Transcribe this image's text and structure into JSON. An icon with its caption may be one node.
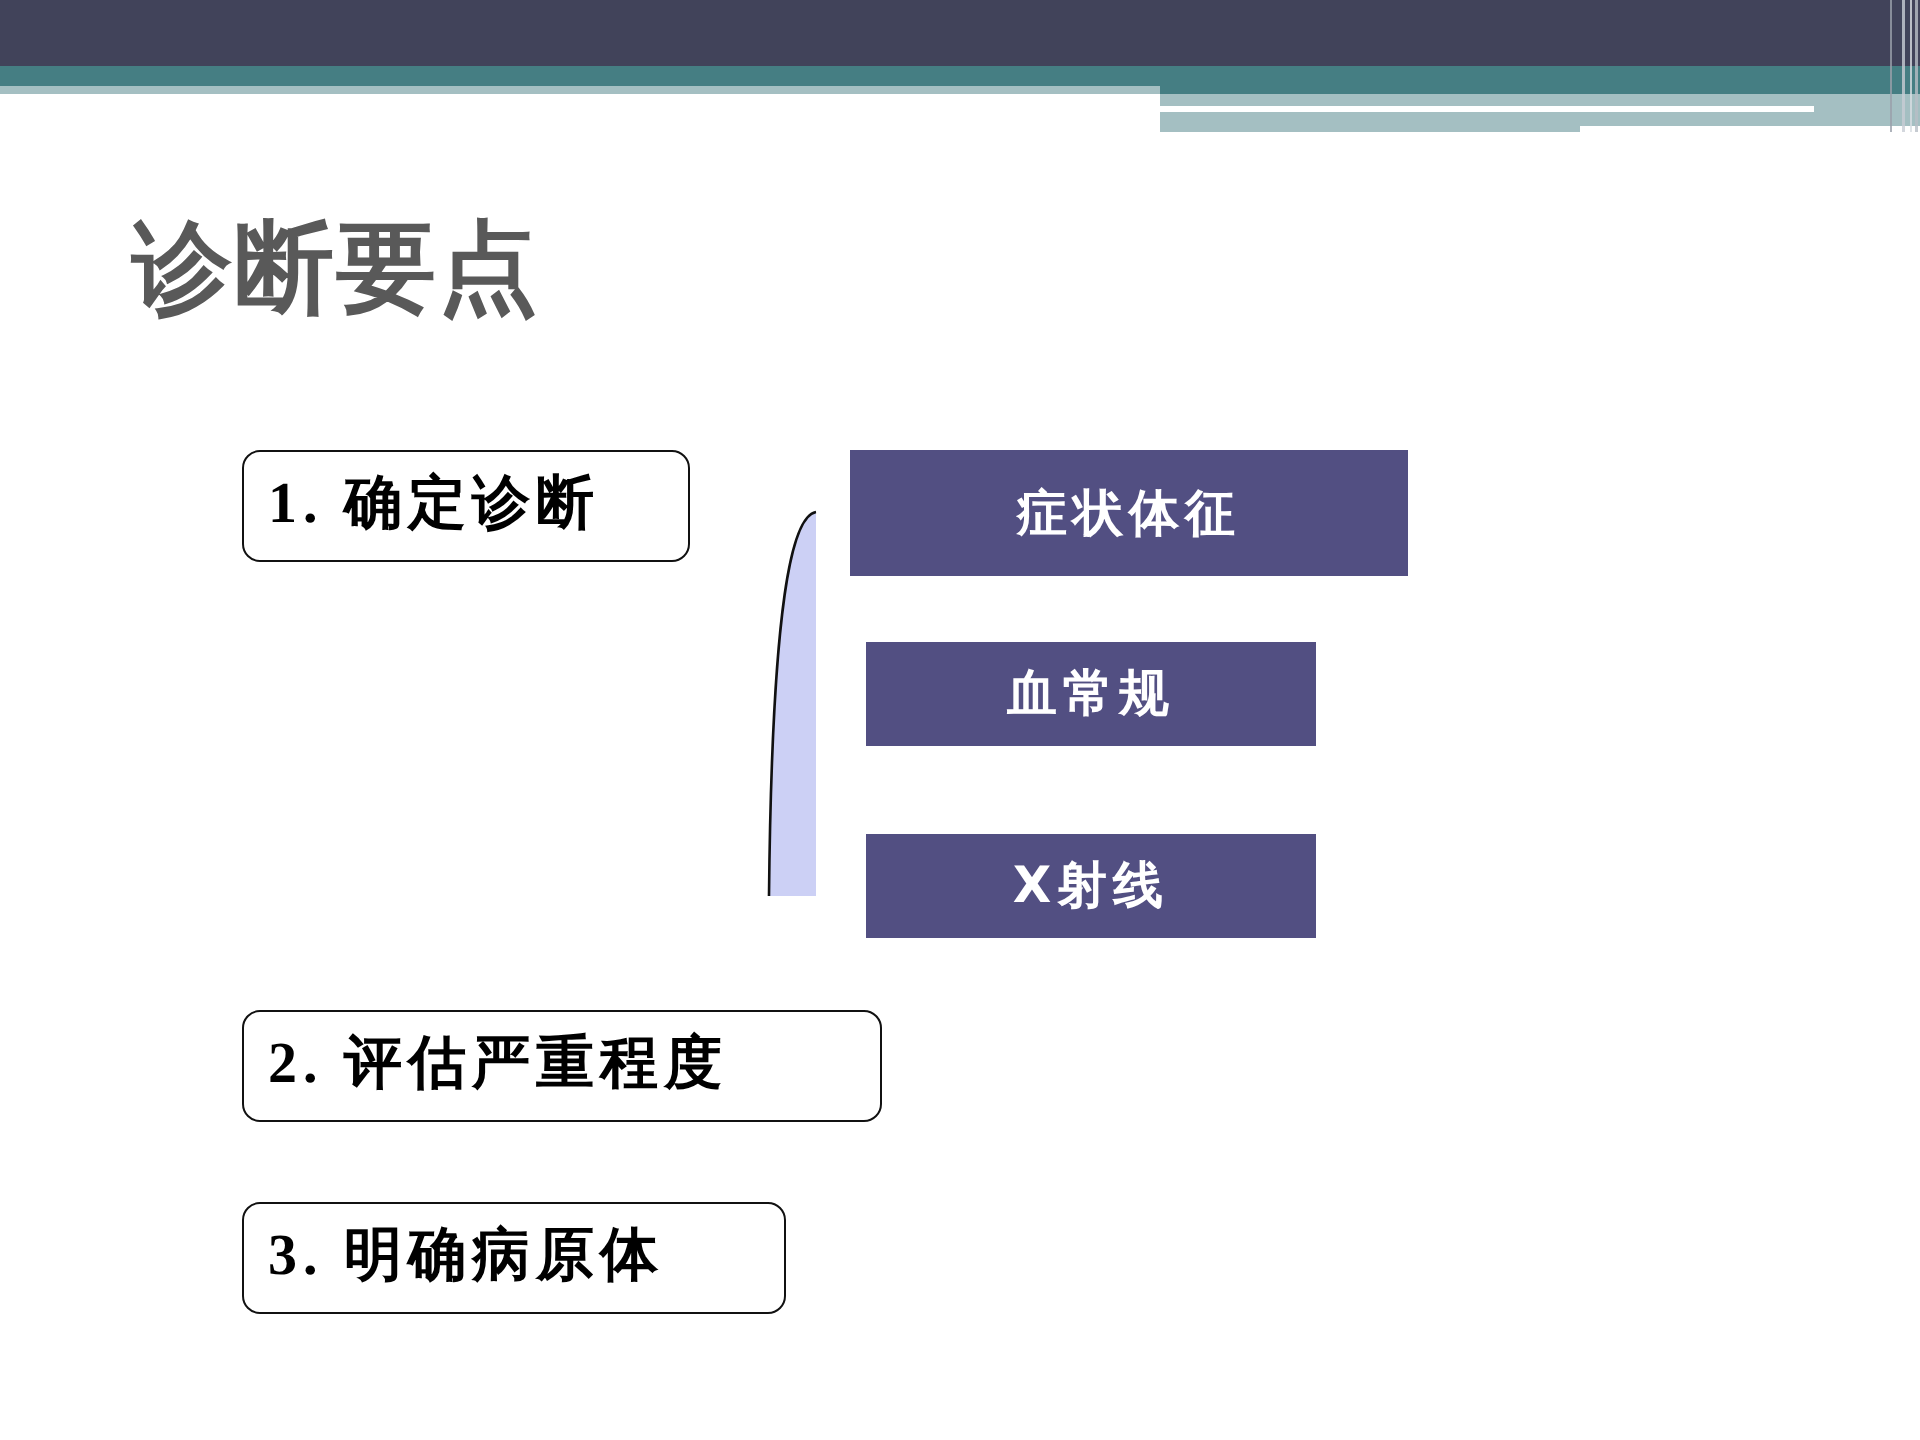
{
  "diagram": {
    "title": "诊断要点",
    "nodes": [
      {
        "text": [
          "1. 确定诊断"
        ]
      },
      {
        "text": [
          "症状体征"
        ]
      },
      {
        "text": [
          "血常规"
        ]
      },
      {
        "text": [
          "X射线"
        ]
      },
      {
        "text": [
          "2. 评估严重程度"
        ]
      },
      {
        "text": [
          "3. 明确病原体"
        ]
      }
    ]
  }
}
